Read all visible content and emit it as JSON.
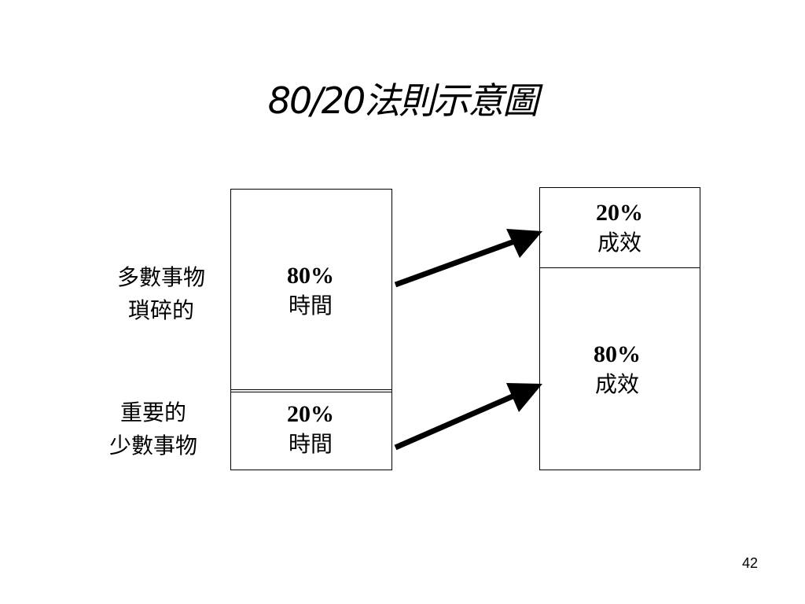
{
  "title": "80/20法則示意圖",
  "left_column": {
    "top_box": {
      "pct": "80%",
      "word": "時間"
    },
    "bottom_box": {
      "pct": "20%",
      "word": "時間"
    }
  },
  "right_column": {
    "top_box": {
      "pct": "20%",
      "word": "成效"
    },
    "bottom_box": {
      "pct": "80%",
      "word": "成效"
    }
  },
  "side_labels": {
    "top": {
      "line1": "多數事物",
      "line2": "瑣碎的"
    },
    "bottom": {
      "line1": "重要的",
      "line2": "少數事物"
    }
  },
  "page_number": "42"
}
